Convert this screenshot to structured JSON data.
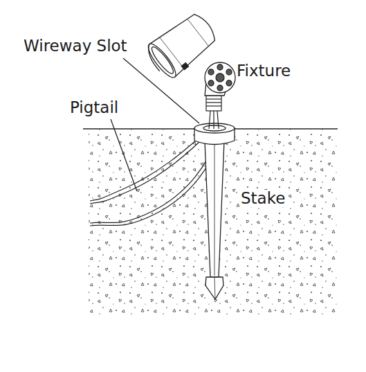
{
  "diagram": {
    "labels": [
      "Wireway Slot",
      "Pigtail",
      "Fixture",
      "Stake"
    ]
  }
}
